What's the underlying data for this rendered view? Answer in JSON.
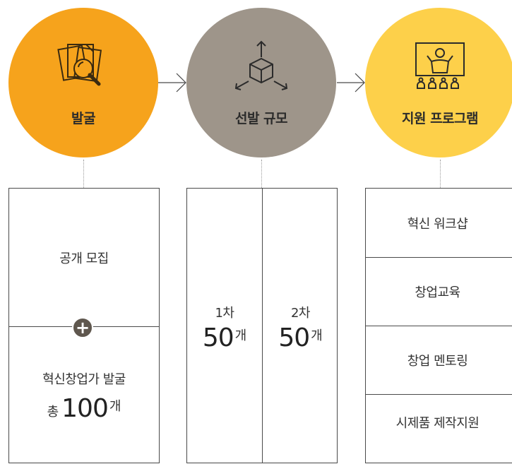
{
  "stages": [
    {
      "label": "발굴",
      "icon": "document-search-icon",
      "color": "#f6a31c"
    },
    {
      "label": "선발 규모",
      "icon": "cube-arrows-icon",
      "color": "#9e958a"
    },
    {
      "label": "지원 프로그램",
      "icon": "presentation-icon",
      "color": "#fdd04a"
    }
  ],
  "discovery": {
    "top": "공개 모집",
    "bottom": "혁신창업가 발굴",
    "total_prefix": "총",
    "total_number": "100",
    "total_unit": "개"
  },
  "selection": [
    {
      "round": "1차",
      "number": "50",
      "unit": "개"
    },
    {
      "round": "2차",
      "number": "50",
      "unit": "개"
    }
  ],
  "programs": [
    "혁신 워크샵",
    "창업교육",
    "창업 멘토링",
    "시제품 제작지원"
  ]
}
